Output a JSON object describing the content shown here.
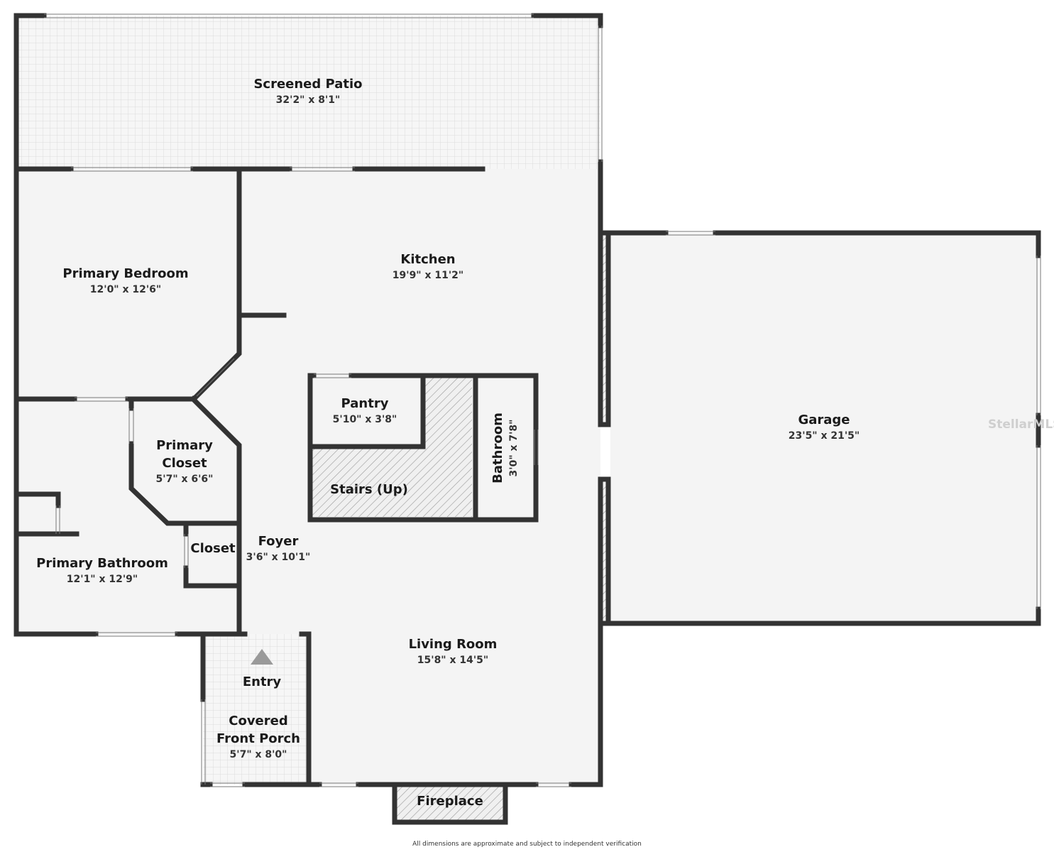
{
  "rooms": {
    "screened_patio": {
      "name": "Screened Patio",
      "dims": "32'2\" x 8'1\""
    },
    "primary_bedroom": {
      "name": "Primary Bedroom",
      "dims": "12'0\" x 12'6\""
    },
    "kitchen": {
      "name": "Kitchen",
      "dims": "19'9\" x 11'2\""
    },
    "pantry": {
      "name": "Pantry",
      "dims": "5'10\" x 3'8\""
    },
    "bathroom": {
      "name": "Bathroom",
      "dims": "3'0\" x 7'8\""
    },
    "garage": {
      "name": "Garage",
      "dims": "23'5\" x 21'5\""
    },
    "primary_closet": {
      "name_line1": "Primary",
      "name_line2": "Closet",
      "dims": "5'7\" x 6'6\""
    },
    "stairs": {
      "name": "Stairs (Up)"
    },
    "foyer": {
      "name": "Foyer",
      "dims": "3'6\" x 10'1\""
    },
    "closet": {
      "name": "Closet"
    },
    "primary_bathroom": {
      "name": "Primary Bathroom",
      "dims": "12'1\" x 12'9\""
    },
    "living_room": {
      "name": "Living Room",
      "dims": "15'8\" x 14'5\""
    },
    "entry": {
      "name": "Entry"
    },
    "covered_front_porch": {
      "name_line1": "Covered",
      "name_line2": "Front Porch",
      "dims": "5'7\" x 8'0\""
    },
    "fireplace": {
      "name": "Fireplace"
    }
  },
  "footer": "All dimensions are approximate and subject to independent verification",
  "watermark": "StellarMLS",
  "colors": {
    "wall": "#333333",
    "floor": "#f4f4f4",
    "hatch": "#9a9a9a",
    "window": "#ffffff",
    "entry_arrow": "#9a9a9a"
  }
}
